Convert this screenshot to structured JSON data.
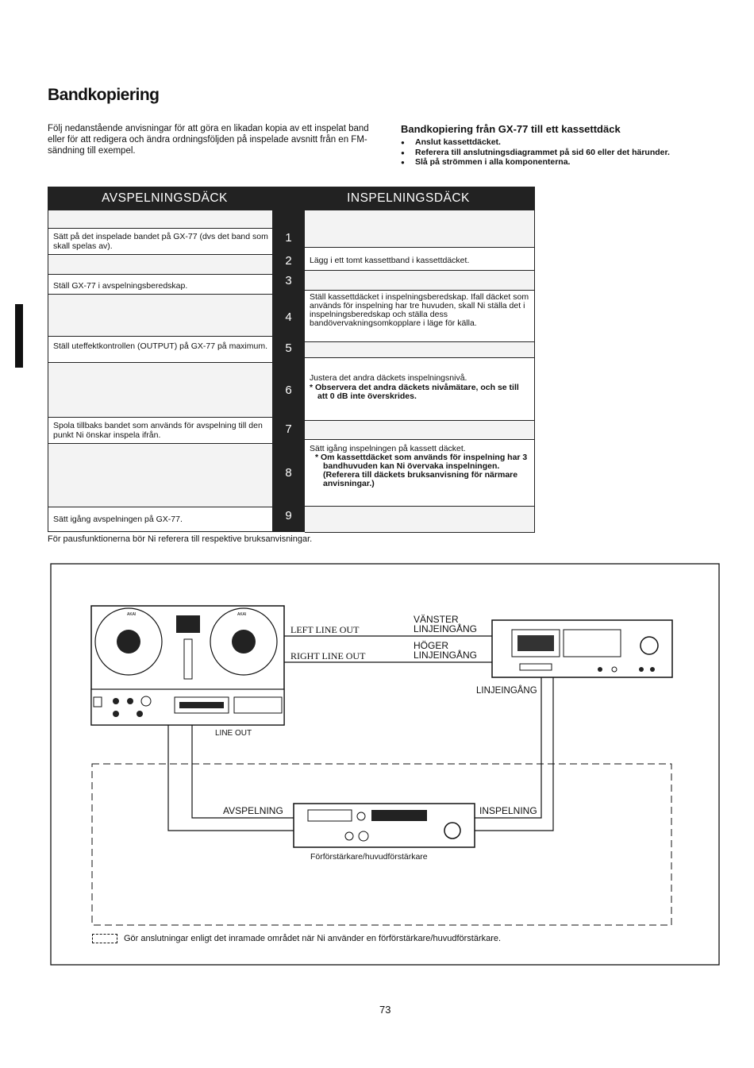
{
  "title": "Bandkopiering",
  "intro": "Följ nedanstående anvisningar för att göra en likadan kopia av ett inspelat band eller för att redigera och ändra ordningsföljden på inspelade avsnitt från en FM-sändning till exempel.",
  "right": {
    "heading": "Bandkopiering från GX-77 till ett kassettdäck",
    "bullets": [
      "Anslut kassettdäcket.",
      "Referera till anslutningsdiagrammet på sid 60 eller det härunder.",
      "Slå på strömmen i alla komponenterna."
    ]
  },
  "table": {
    "left_header": "AVSPELNINGSDÄCK",
    "right_header": "INSPELNINGSDÄCK",
    "numbers": [
      "1",
      "2",
      "3",
      "4",
      "5",
      "6",
      "7",
      "8",
      "9"
    ],
    "left_steps": [
      "Sätt på det inspelade bandet på GX-77 (dvs det band som skall spelas av).",
      "Ställ GX-77 i avspelningsberedskap.",
      "Ställ uteffektkontrollen (OUTPUT) på GX-77 på maximum.",
      "Spola tillbaks bandet som används för avspelning till den punkt Ni önskar inspela ifrån.",
      "Sätt igång avspelningen på GX-77."
    ],
    "right_steps": {
      "step2": "Lägg i ett tomt kassettband i kassettdäcket.",
      "step4": "Ställ kassettdäcket i inspelningsberedskap. Ifall däcket som används för inspelning har tre huvuden, skall Ni ställa det i inspelningsberedskap och ställa dess bandövervakningsomkopplare i läge för källa.",
      "step6_main": "Justera det andra däckets inspelningsnivå.",
      "step6_note": "Observera det andra däckets nivåmätare, och se till att 0 dB inte överskrides.",
      "step8_main": "Sätt igång inspelningen på kassett däcket.",
      "step8_note": "Om kassettdäcket som används för inspelning har 3 bandhuvuden kan Ni övervaka inspelningen.",
      "step8_ref": "(Referera till däckets bruksanvisning för närmare anvisningar.)"
    }
  },
  "footnote": "För pausfunktionerna bör Ni referera till respektive bruksanvisningar.",
  "diagram": {
    "left_line_out": "LEFT LINE OUT",
    "right_line_out": "RIGHT LINE OUT",
    "vanster": "VÄNSTER",
    "vanster_in": "LINJEINGÅNG",
    "hoger": "HÖGER",
    "hoger_in": "LINJEINGÅNG",
    "linjeingang": "LINJEINGÅNG",
    "line_out": "LINE OUT",
    "avspelning": "AVSPELNING",
    "inspelning": "INSPELNING",
    "amp_caption": "Förförstärkare/huvudförstärkare",
    "brand1": "AKAI",
    "brand2": "AKAI"
  },
  "legend": "Gör anslutningar enligt det inramade området när Ni använder en förförstärkare/huvudförstärkare.",
  "page_number": "73"
}
